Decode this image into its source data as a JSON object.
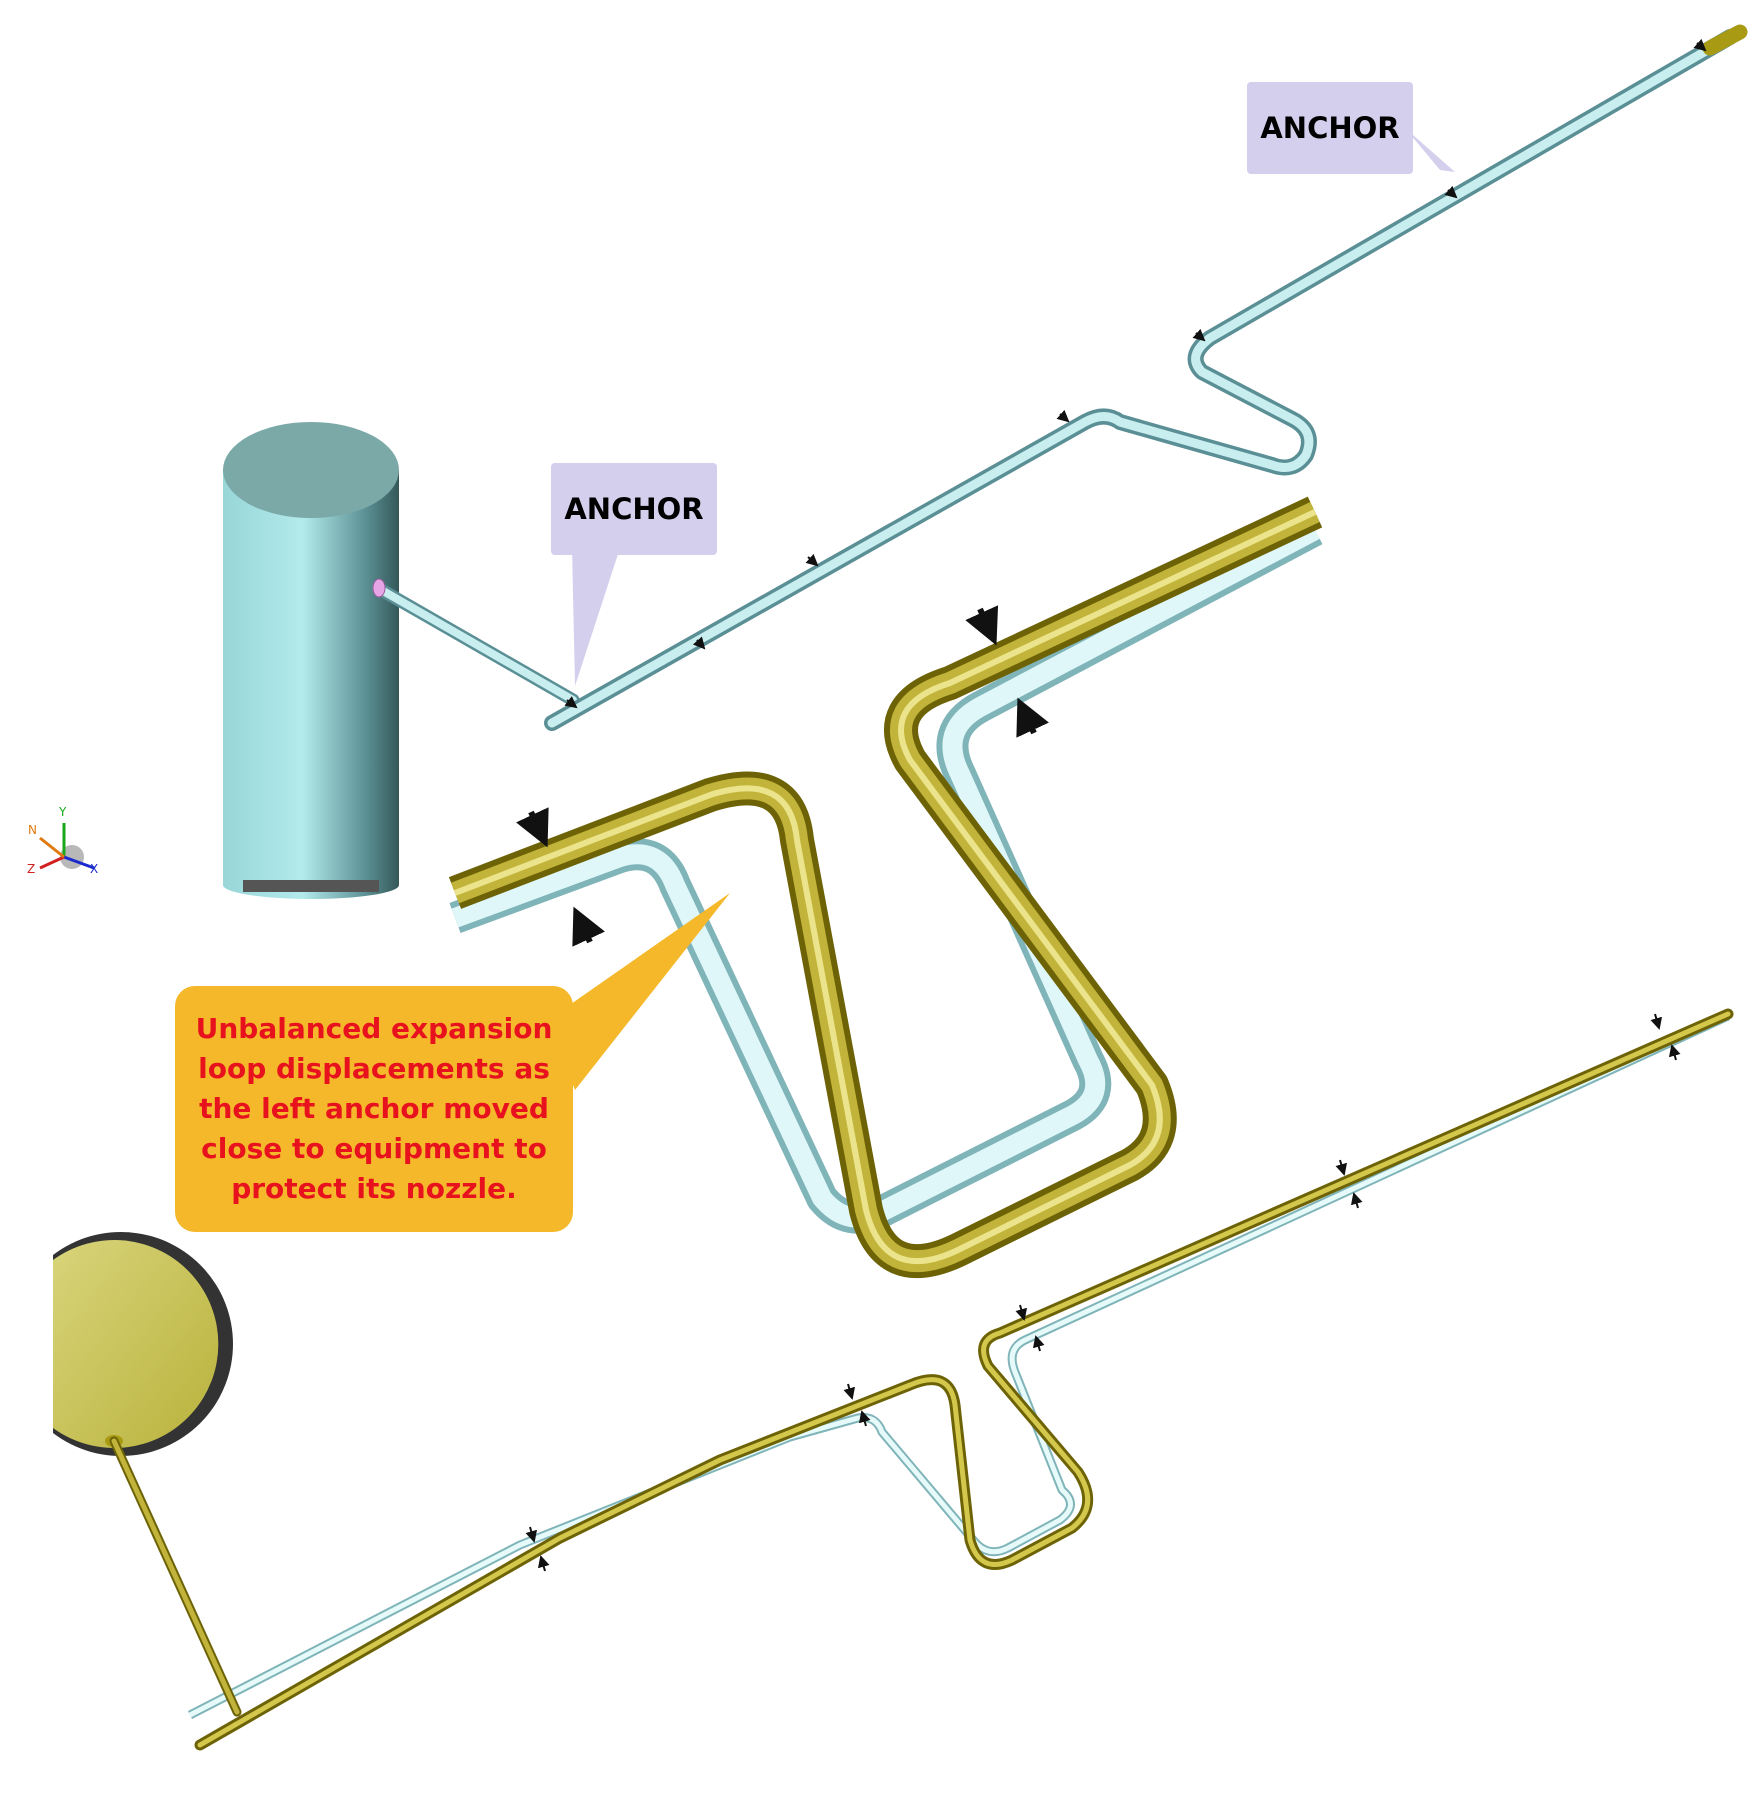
{
  "callouts": {
    "anchor_top_right": "ANCHOR",
    "anchor_upper_left": "ANCHOR",
    "note": "Unbalanced expansion loop displacements as the left anchor moved close to equipment to protect its nozzle."
  },
  "triad": {
    "y": "Y",
    "x": "X",
    "z": "Z",
    "n": "N"
  },
  "colors": {
    "original_pipe": "#c9eef0",
    "original_pipe_shade": "#7aaeb3",
    "displaced_pipe": "#a99a14",
    "displaced_pipe_highlight": "#e8df7a",
    "vessel": "#a6e0e2",
    "anchor_callout": "#d5cfee",
    "note_callout": "#f4b82a",
    "note_text": "#e8121f"
  },
  "icons": [
    "vessel-icon",
    "support-arrow-icon",
    "axis-triad-icon"
  ]
}
